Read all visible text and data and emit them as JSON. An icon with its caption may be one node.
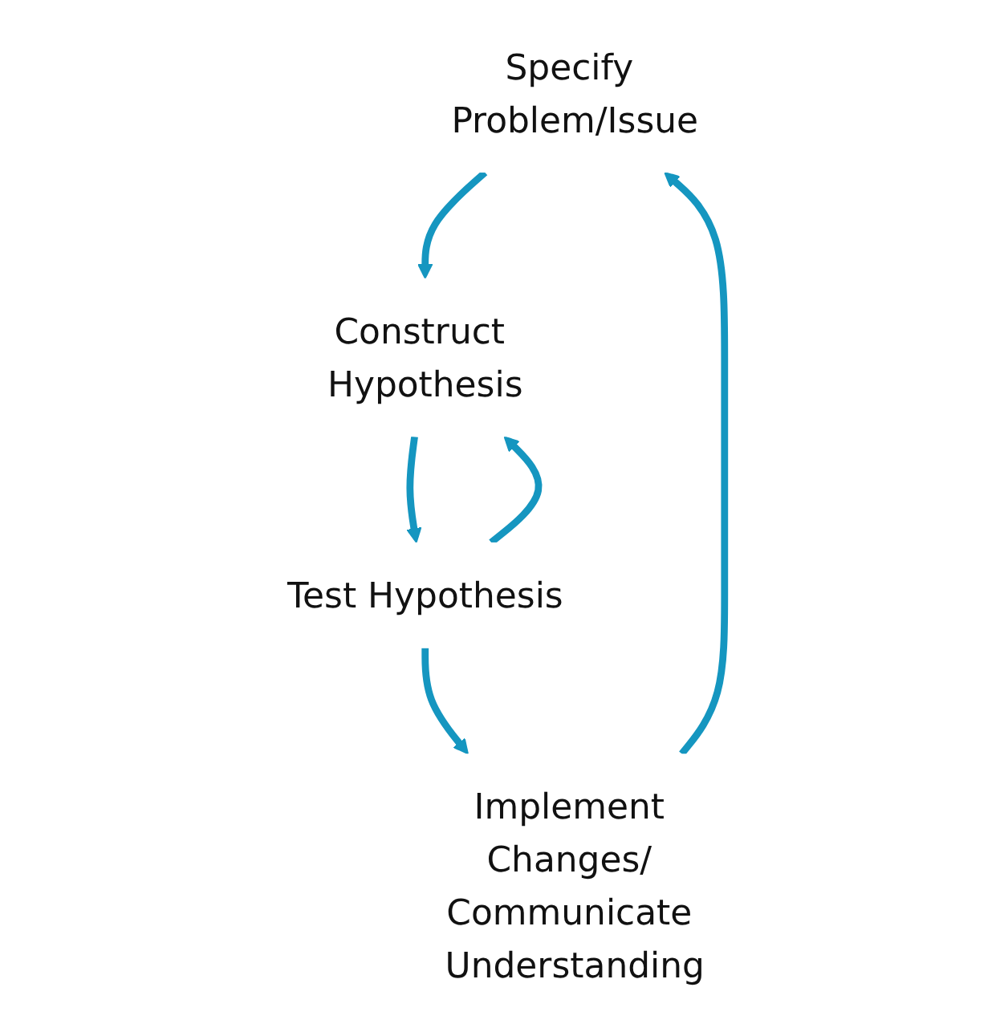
{
  "diagram": {
    "nodes": [
      {
        "text": [
          "Specify Problem/Issue"
        ]
      },
      {
        "text": [
          "Construct Hypothesis"
        ]
      },
      {
        "text": [
          "Test Hypothesis"
        ]
      },
      {
        "text": [
          "Implement Changes/ Communicate Understanding"
        ]
      }
    ],
    "edges": [
      {
        "from": 0,
        "to": 1,
        "arrow": "to"
      },
      {
        "from": 1,
        "to": 2,
        "arrow": "to"
      },
      {
        "from": 2,
        "to": 1,
        "arrow": "to"
      },
      {
        "from": 2,
        "to": 3,
        "arrow": "to"
      },
      {
        "from": 3,
        "to": 0,
        "arrow": "to"
      }
    ]
  }
}
